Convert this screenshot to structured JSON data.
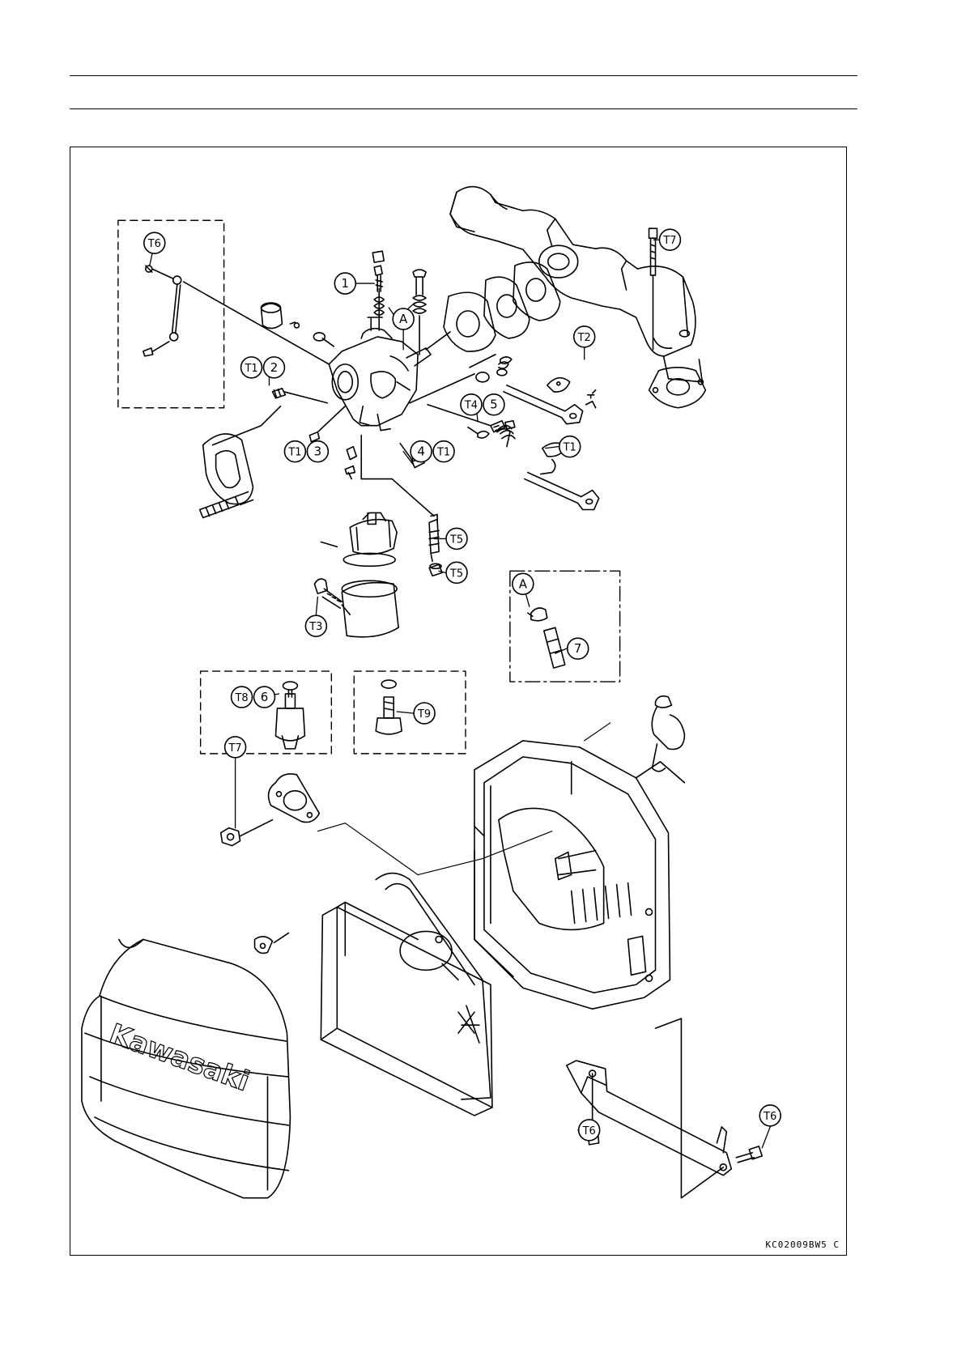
{
  "figure": {
    "code": "KC02009BW5 C",
    "brand_label": "Kawasaki"
  },
  "callouts": {
    "c1": {
      "a": "1"
    },
    "c2": {
      "a": "A"
    },
    "c3": {
      "a": "T6"
    },
    "c4": {
      "a": "T7"
    },
    "c5": {
      "a": "T2"
    },
    "c6": {
      "a": "T1",
      "b": "2"
    },
    "c7": {
      "a": "T4",
      "b": "5"
    },
    "c8": {
      "a": "T1"
    },
    "c9": {
      "a": "T1",
      "b": "3"
    },
    "c10": {
      "a": "4",
      "b": "T1"
    },
    "c11": {
      "a": "T5"
    },
    "c12": {
      "a": "T5"
    },
    "c13": {
      "a": "A"
    },
    "c14": {
      "a": "7"
    },
    "c15": {
      "a": "T3"
    },
    "c16": {
      "a": "T8",
      "b": "6"
    },
    "c17": {
      "a": "T9"
    },
    "c18": {
      "a": "T7"
    },
    "c19": {
      "a": "T6"
    },
    "c20": {
      "a": "T6"
    }
  }
}
